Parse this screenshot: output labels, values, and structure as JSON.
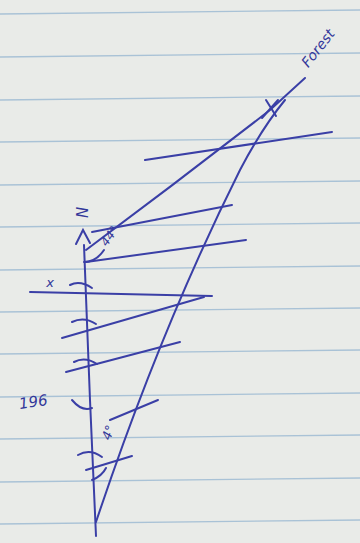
{
  "diagram": {
    "labels": [
      "N",
      "44°",
      "x",
      "196",
      "4°",
      "Forest"
    ]
  }
}
